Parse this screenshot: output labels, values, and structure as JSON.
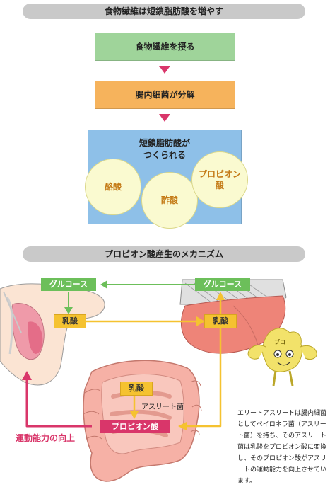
{
  "section1": {
    "title": "食物繊維は短鎖脂肪酸を増やす",
    "step1": "食物繊維を摂る",
    "step2": "腸内細菌が分解",
    "step3": "短鎖脂肪酸が\nつくられる",
    "acids": [
      "酪酸",
      "酢酸",
      "プロピオン\n酸"
    ]
  },
  "section2": {
    "title": "プロピオン酸産生のメカニズム",
    "glucose_left": "グルコース",
    "glucose_right": "グルコース",
    "lactic_muscle": "乳酸",
    "lactic_liver": "乳酸",
    "lactic_gut": "乳酸",
    "bacteria_label": "アスリート菌",
    "propionic": "プロピオン酸",
    "improvement": "運動能力の向上",
    "mascot_text": "プロ",
    "note": "エリートアスリートは腸内細菌としてベイロネラ菌（アスリート菌）を持ち、そのアスリート菌は乳酸をプロピオン酸に変換し、そのプロピオン酸がアスリートの運動能力を向上させています。"
  },
  "colors": {
    "pink": "#d9366a",
    "green": "#6cbf5a",
    "yellow": "#f5c230",
    "blue": "#8ec0e8"
  }
}
